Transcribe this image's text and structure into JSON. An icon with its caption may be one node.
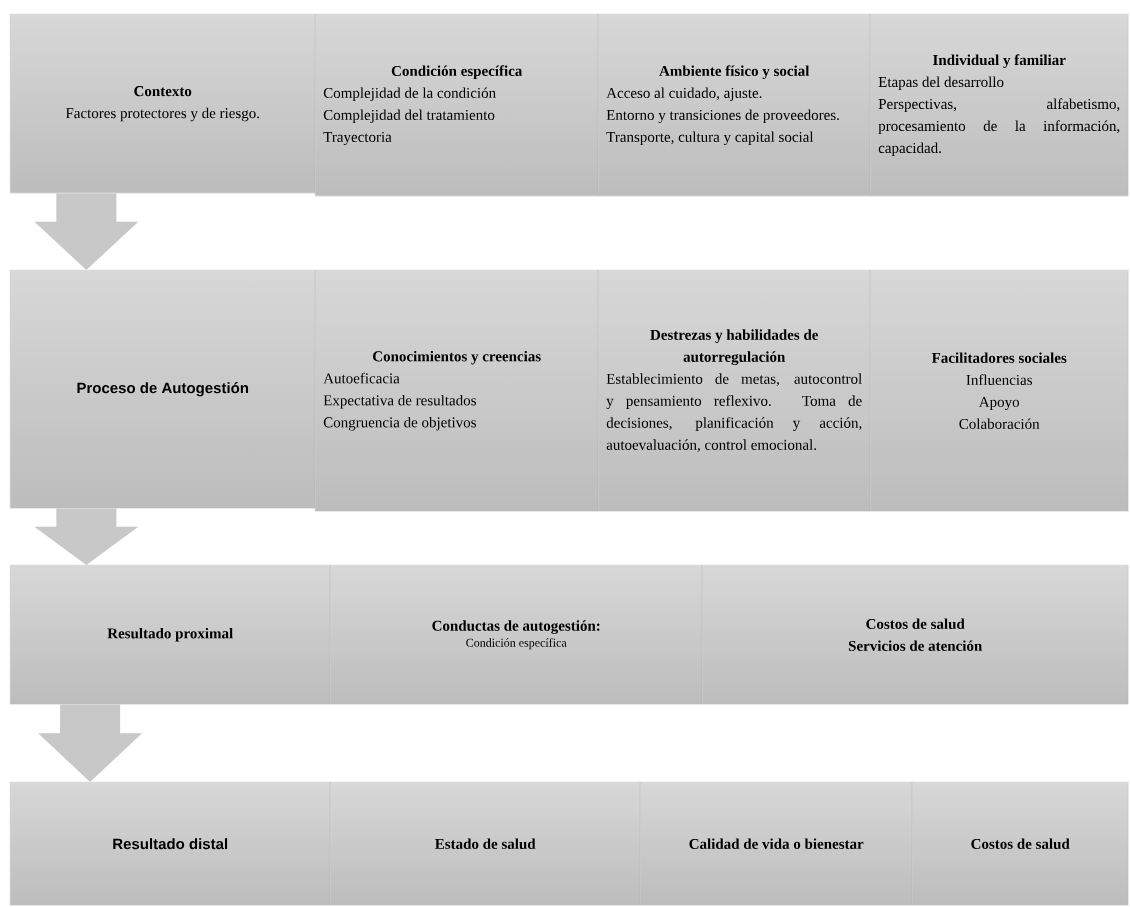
{
  "diagram": {
    "nodes": [
      {
        "text": [
          "Contexto",
          "Factores protectores y de riesgo."
        ]
      },
      {
        "text": [
          "Condición específica",
          "Complejidad de la condición",
          "Complejidad del tratamiento",
          "Trayectoria"
        ]
      },
      {
        "text": [
          "Ambiente físico y social",
          "Acceso al cuidado, ajuste.",
          "Entorno y transiciones de proveedores.",
          "Transporte, cultura y capital social"
        ]
      },
      {
        "text": [
          "Individual y familiar",
          "Etapas del desarrollo",
          "Perspectivas, alfabetismo, procesamiento de la información, capacidad."
        ]
      },
      {
        "text": [
          "Proceso de Autogestión"
        ]
      },
      {
        "text": [
          "Conocimientos y creencias",
          "Autoeficacia",
          "Expectativa de resultados",
          "Congruencia de objetivos"
        ]
      },
      {
        "text": [
          "Destrezas y habilidades de autorregulación",
          "Establecimiento de metas, autocontrol y pensamiento reflexivo. Toma de decisiones, planificación y acción, autoevaluación, control emocional."
        ]
      },
      {
        "text": [
          "Facilitadores sociales",
          "Influencias",
          "Apoyo",
          "Colaboración"
        ]
      },
      {
        "text": [
          "Resultado proximal"
        ]
      },
      {
        "text": [
          "Conductas de autogestión:",
          "Condición específica"
        ]
      },
      {
        "text": [
          "Costos de salud",
          "Servicios de atención"
        ]
      },
      {
        "text": [
          "Resultado distal"
        ]
      },
      {
        "text": [
          "Estado de salud"
        ]
      },
      {
        "text": [
          "Calidad de vida o bienestar"
        ]
      },
      {
        "text": [
          "Costos de salud"
        ]
      }
    ],
    "edges": [
      {
        "from": 0,
        "to": 4,
        "arrow": "to"
      },
      {
        "from": 4,
        "to": 8,
        "arrow": "to"
      },
      {
        "from": 8,
        "to": 11,
        "arrow": "to"
      }
    ]
  }
}
